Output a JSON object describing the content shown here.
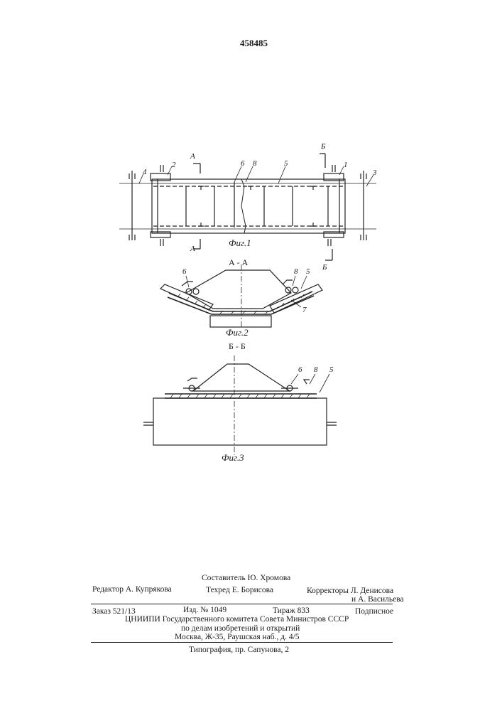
{
  "patent_number": "458485",
  "figures": {
    "fig1_caption": "Фиг.1",
    "fig2_caption": "Фиг.2",
    "fig3_caption": "Фиг.3",
    "section_aa": "А - А",
    "section_bb": "Б - Б",
    "cut_a": "А",
    "cut_b": "Б",
    "labels": [
      "1",
      "2",
      "3",
      "4",
      "5",
      "6",
      "7",
      "8"
    ]
  },
  "colophon": {
    "compiler": "Составитель Ю. Хромова",
    "editor": "Редактор А. Купрякова",
    "techred": "Техред Е. Борисова",
    "correctors_1": "Корректоры Л. Денисова",
    "correctors_2": "и А. Васильева",
    "order": "Заказ 521/13",
    "izd": "Изд. № 1049",
    "tirazh": "Тираж 833",
    "podpisnoe": "Подписное",
    "org_line1": "ЦНИИПИ Государственного комитета Совета Министров СССР",
    "org_line2": "по делам изобретений и открытий",
    "org_line3": "Москва, Ж-35, Раушская наб., д. 4/5",
    "typography": "Типография, пр. Сапунова, 2"
  }
}
